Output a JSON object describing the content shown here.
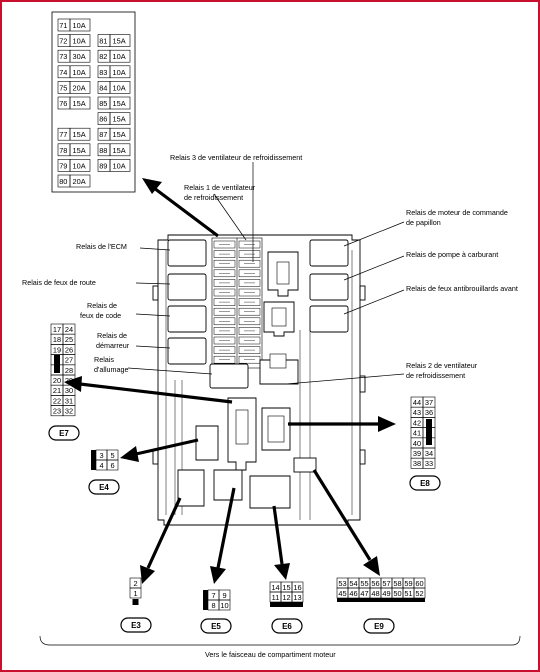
{
  "fuse_table": {
    "rows": [
      [
        {
          "n": "71",
          "a": "10A"
        },
        null
      ],
      [
        {
          "n": "72",
          "a": "10A"
        },
        {
          "n": "81",
          "a": "15A"
        }
      ],
      [
        {
          "n": "73",
          "a": "30A"
        },
        {
          "n": "82",
          "a": "10A"
        }
      ],
      [
        {
          "n": "74",
          "a": "10A"
        },
        {
          "n": "83",
          "a": "10A"
        }
      ],
      [
        {
          "n": "75",
          "a": "20A"
        },
        {
          "n": "84",
          "a": "10A"
        }
      ],
      [
        {
          "n": "76",
          "a": "15A"
        },
        {
          "n": "85",
          "a": "15A"
        }
      ],
      [
        null,
        {
          "n": "86",
          "a": "15A"
        }
      ],
      [
        {
          "n": "77",
          "a": "15A"
        },
        {
          "n": "87",
          "a": "15A"
        }
      ],
      [
        {
          "n": "78",
          "a": "15A"
        },
        {
          "n": "88",
          "a": "15A"
        }
      ],
      [
        {
          "n": "79",
          "a": "10A"
        },
        {
          "n": "89",
          "a": "10A"
        }
      ],
      [
        {
          "n": "80",
          "a": "20A"
        },
        null
      ]
    ]
  },
  "labels": {
    "fan3": "Relais 3 de ventilateur de refroidissement",
    "fan1_l1": "Relais 1 de ventilateur",
    "fan1_l2": "de refroidissement",
    "ecm": "Relais de l'ECM",
    "route": "Relais de feux de route",
    "code_l1": "Relais de",
    "code_l2": "feux de code",
    "dem_l1": "Relais de",
    "dem_l2": "démarreur",
    "allu_l1": "Relais",
    "allu_l2": "d'allumage",
    "throttle_l1": "Relais de moteur de commande",
    "throttle_l2": "de papillon",
    "pump": "Relais de pompe à carburant",
    "fog": "Relais de feux antibrouillards avant",
    "fan2_l1": "Relais 2 de ventilateur",
    "fan2_l2": "de refroidissement",
    "harness": "Vers le faisceau de compartiment moteur"
  },
  "connectors": {
    "E7": {
      "name": "E7",
      "pins": [
        [
          "17",
          "24"
        ],
        [
          "18",
          "25"
        ],
        [
          "19",
          "26"
        ],
        [
          "",
          "27"
        ],
        [
          "",
          "28"
        ],
        [
          "20",
          "29"
        ],
        [
          "21",
          "30"
        ],
        [
          "22",
          "31"
        ],
        [
          "23",
          "32"
        ]
      ]
    },
    "E8": {
      "name": "E8",
      "pins": [
        [
          "44",
          "37"
        ],
        [
          "43",
          "36"
        ],
        [
          "42",
          ""
        ],
        [
          "41",
          ""
        ],
        [
          "40",
          ""
        ],
        [
          "39",
          "34"
        ],
        [
          "38",
          "33"
        ]
      ]
    },
    "E4": {
      "name": "E4",
      "pins": [
        [
          "3",
          "5"
        ],
        [
          "4",
          "6"
        ]
      ]
    },
    "E3": {
      "name": "E3",
      "pins": [
        "2",
        "1"
      ]
    },
    "E5": {
      "name": "E5",
      "pins": [
        [
          "7",
          "9"
        ],
        [
          "8",
          "10"
        ]
      ]
    },
    "E6": {
      "name": "E6",
      "pins": [
        [
          "14",
          "15",
          "16"
        ],
        [
          "11",
          "12",
          "13"
        ]
      ]
    },
    "E9": {
      "name": "E9",
      "pins": [
        [
          "53",
          "54",
          "55",
          "56",
          "57",
          "58",
          "59",
          "60"
        ],
        [
          "45",
          "46",
          "47",
          "48",
          "49",
          "50",
          "51",
          "52"
        ]
      ]
    }
  }
}
